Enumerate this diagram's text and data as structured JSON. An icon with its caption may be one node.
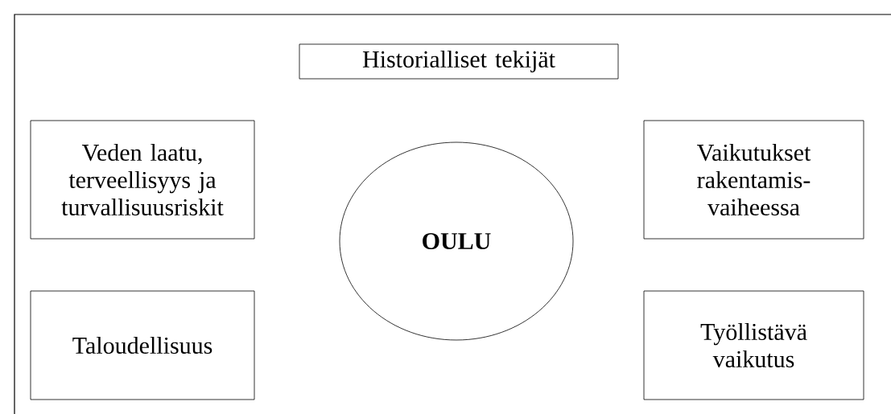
{
  "diagram": {
    "nodes": [
      {
        "text": [
          "Historialliset tekijät"
        ]
      },
      {
        "text": [
          "Veden laatu, terveellisyys ja turvallisuusriskit"
        ]
      },
      {
        "text": [
          "Vaikutukset rakentamis- vaiheessa"
        ]
      },
      {
        "text": [
          "OULU"
        ]
      },
      {
        "text": [
          "Taloudellisuus"
        ]
      },
      {
        "text": [
          "Työllistävä vaikutus"
        ]
      }
    ]
  }
}
